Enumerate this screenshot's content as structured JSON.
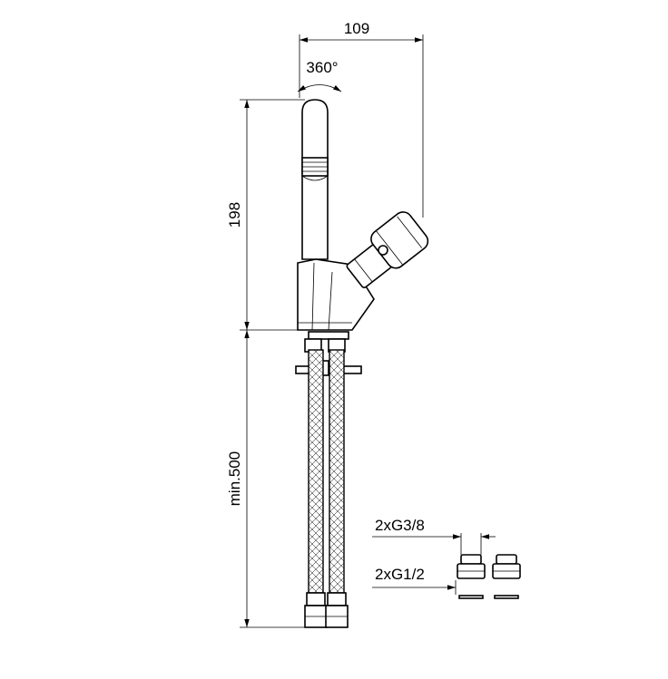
{
  "drawing": {
    "dimensions": {
      "spout_reach": "109",
      "rotation": "360°",
      "tap_height": "198",
      "hose_length": "min.500"
    },
    "connections": {
      "outlet_thread": "2xG3/8",
      "inlet_thread": "2xG1/2"
    },
    "colors": {
      "line": "#000000",
      "background": "#ffffff"
    }
  }
}
